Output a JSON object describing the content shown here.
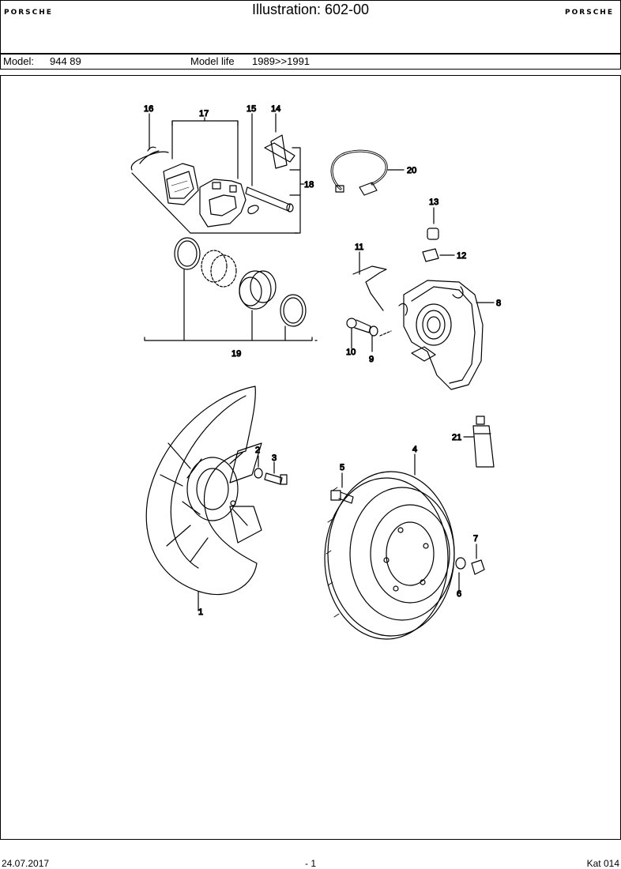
{
  "header": {
    "brand_left": "PORSCHE",
    "brand_right": "PORSCHE",
    "title": "Illustration: 602-00",
    "model_label": "Model:",
    "model_value": "944 89",
    "model_life_label": "Model life",
    "model_life_value": "1989>>1991"
  },
  "callouts": {
    "c1": "1",
    "c2": "2",
    "c3": "3",
    "c4": "4",
    "c5": "5",
    "c6": "6",
    "c7": "7",
    "c8": "8",
    "c9": "9",
    "c10": "10",
    "c11": "11",
    "c12": "12",
    "c13": "13",
    "c14": "14",
    "c15": "15",
    "c16": "16",
    "c17": "17",
    "c18": "18",
    "c19": "19",
    "c20": "20",
    "c21": "21"
  },
  "footer": {
    "date": "24.07.2017",
    "page": "- 1",
    "catalog": "Kat 014"
  }
}
